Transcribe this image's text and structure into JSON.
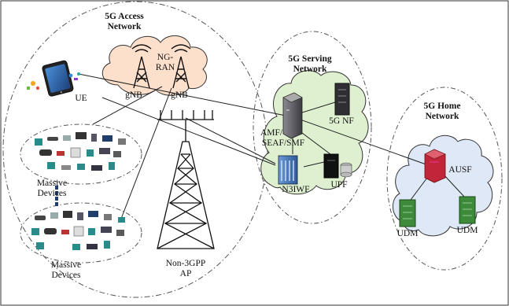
{
  "regions": {
    "access": {
      "title_line1": "5G Access",
      "title_line2": "Network"
    },
    "serving": {
      "title_line1": "5G Serving",
      "title_line2": "Network"
    },
    "home": {
      "title_line1": "5G Home",
      "title_line2": "Network"
    }
  },
  "nodes": {
    "ng_ran_line1": "NG-",
    "ng_ran_line2": "RAN",
    "gnb_left": "gNB",
    "gnb_right": "gNB",
    "ue": "UE",
    "massive_top_line1": "Massive",
    "massive_top_line2": "Devices",
    "massive_bottom_line1": "Massive",
    "massive_bottom_line2": "Devices",
    "non3gpp_line1": "Non-3GPP",
    "non3gpp_line2": "AP",
    "amf_line1": "AMF/",
    "amf_line2": "SEAF/SMF",
    "nf": "5G NF",
    "n3iwf": "N3IWF",
    "upf": "UPF",
    "ausf": "AUSF",
    "udm_left": "UDM",
    "udm_right": "UDM"
  },
  "colors": {
    "ran_cloud": "#fde0cc",
    "serving_cloud": "#dff0d0",
    "home_cloud": "#dfe8f7",
    "region_border": "#555555",
    "ausf_red": "#c0253a",
    "udm_green": "#3d8a3a",
    "n3iwf_blue": "#3f6fb5",
    "server_dark": "#2f2f33"
  }
}
